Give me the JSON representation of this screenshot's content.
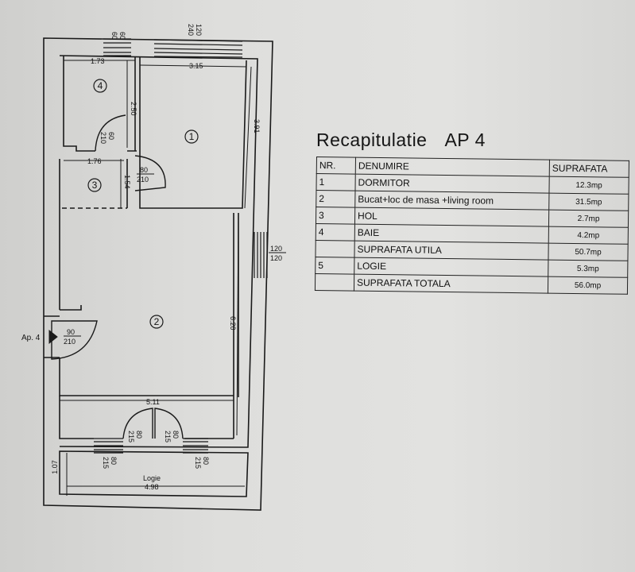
{
  "plan": {
    "rooms": [
      {
        "number": "1"
      },
      {
        "number": "2"
      },
      {
        "number": "3"
      },
      {
        "number": "4"
      }
    ],
    "dimensions": {
      "bath_width": "1.73",
      "bed_width": "3.15",
      "bath_height": "2.50",
      "bed_height": "3.91",
      "hall_width": "1.76",
      "hall_height": "1.54",
      "living_width": "5.11",
      "living_height": "6.20",
      "loggia_height": "1.07",
      "loggia_width": "4.98"
    },
    "window_top_left": {
      "top": "60",
      "bottom": "60"
    },
    "window_top_right": {
      "top": "240",
      "bottom": "120"
    },
    "window_right": {
      "top": "120",
      "bottom": "120"
    },
    "door_bath": {
      "top": "60",
      "bottom": "210"
    },
    "door_bed": {
      "top": "80",
      "bottom": "210"
    },
    "door_entry": {
      "top": "90",
      "bottom": "210"
    },
    "door_loggia_left": {
      "top": "80",
      "bottom": "215"
    },
    "door_loggia_right": {
      "top": "80",
      "bottom": "215"
    },
    "window_loggia_left": {
      "top": "80",
      "bottom": "215"
    },
    "window_loggia_right": {
      "top": "80",
      "bottom": "215"
    },
    "entry_label": "Ap. 4",
    "loggia_label": "Logie"
  },
  "recap": {
    "title_word": "Recapitulatie",
    "title_ap": "AP 4",
    "headers": [
      "NR.",
      "DENUMIRE",
      "SUPRAFATA"
    ],
    "rows": [
      [
        "1",
        "DORMITOR",
        "12.3mp"
      ],
      [
        "2",
        "Bucat+loc de masa +living room",
        "31.5mp"
      ],
      [
        "3",
        "HOL",
        "2.7mp"
      ],
      [
        "4",
        "BAIE",
        "4.2mp"
      ],
      [
        "",
        "SUPRAFATA UTILA",
        "50.7mp"
      ],
      [
        "5",
        "LOGIE",
        "5.3mp"
      ],
      [
        "",
        "SUPRAFATA TOTALA",
        "56.0mp"
      ]
    ]
  }
}
